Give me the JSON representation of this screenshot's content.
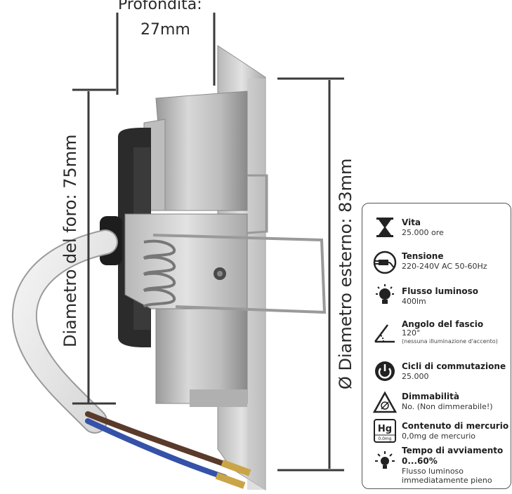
{
  "dimensions": {
    "depth_label": "Profondità:",
    "depth_value": "27mm",
    "hole_diameter": "Diametro del foro:  75mm",
    "outer_diameter": "Ø Diametro esterno: 83mm"
  },
  "specs": [
    {
      "icon": "hourglass-icon",
      "title": "Vita",
      "value": "25.000 ore"
    },
    {
      "icon": "power-plug-icon",
      "title": "Tensione",
      "value": "220-240V AC 50-60Hz"
    },
    {
      "icon": "light-bulb-icon",
      "title": "Flusso luminoso",
      "value": "400lm"
    },
    {
      "icon": "beam-angle-icon",
      "title": "Angolo del fascio",
      "value": "120°",
      "note": "(nessuna illuminazione d'accento)"
    },
    {
      "icon": "power-switch-icon",
      "title": "Cicli di commutazione",
      "value": "25.000"
    },
    {
      "icon": "dimmable-warning-icon",
      "title": "Dimmabilità",
      "value": "No. (Non dimmerabile!)"
    },
    {
      "icon": "mercury-icon",
      "title": "Contenuto di mercurio",
      "value": "0,0mg de mercurio",
      "icon_text": "Hg",
      "icon_sub": "0,0mg"
    },
    {
      "icon": "warmup-icon",
      "title": "Tempo di avviamento",
      "value": "0...60%",
      "value2": "Flusso luminoso",
      "value3": "immediatamente pieno"
    }
  ]
}
